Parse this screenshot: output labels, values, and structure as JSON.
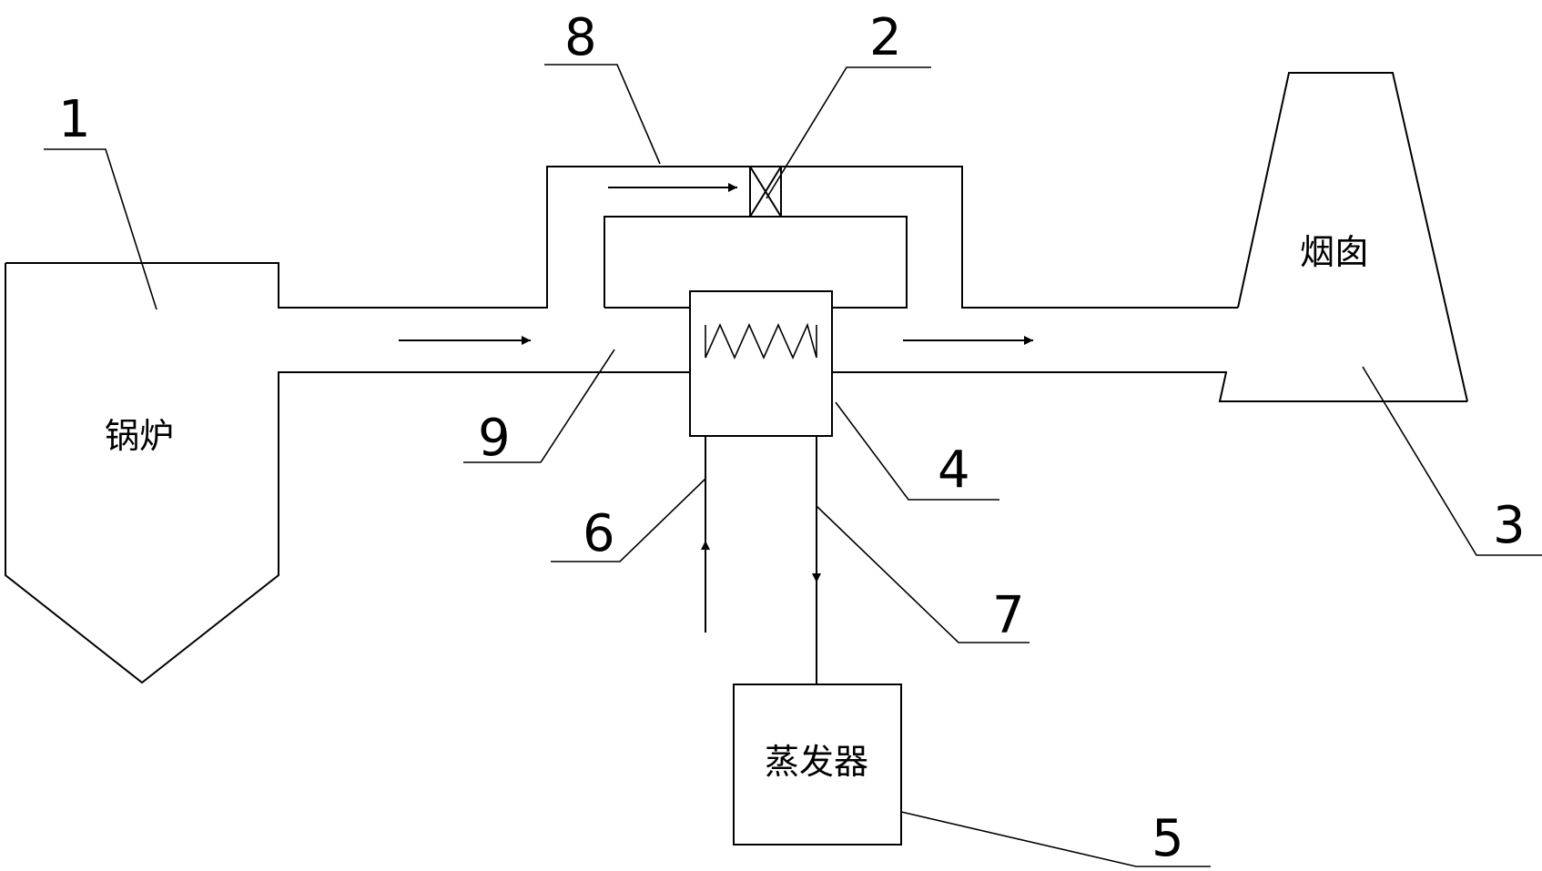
{
  "labels": {
    "boiler": "锅炉",
    "chimney": "烟囱",
    "evaporator": "蒸发器"
  },
  "numbers": {
    "n1": "1",
    "n2": "2",
    "n3": "3",
    "n4": "4",
    "n5": "5",
    "n6": "6",
    "n7": "7",
    "n8": "8",
    "n9": "9"
  },
  "colors": {
    "line": "#000000",
    "background": "#ffffff"
  }
}
